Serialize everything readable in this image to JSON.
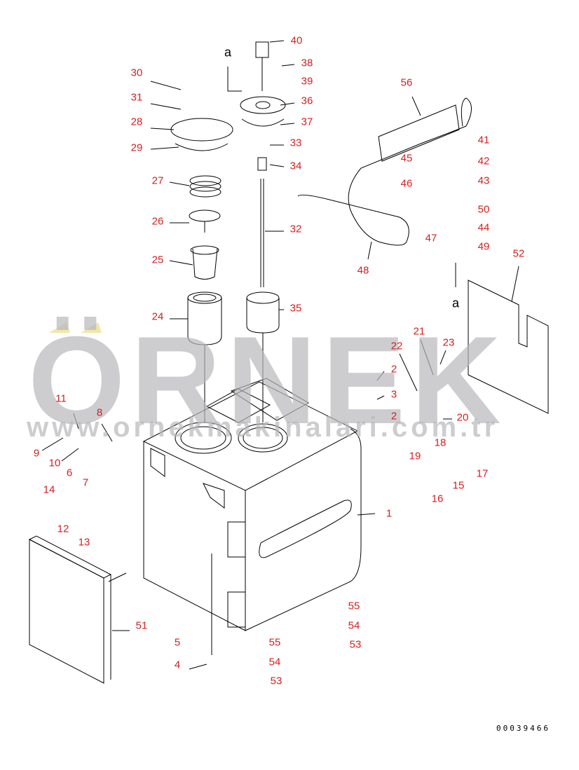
{
  "watermark": {
    "brand": "ÖRNEK",
    "url": "www.ornekmakinalari.com.tr"
  },
  "drawing_code": "00039466",
  "reference_mark": "a",
  "labels": [
    "40",
    "38",
    "39",
    "36",
    "37",
    "33",
    "34",
    "32",
    "35",
    "30",
    "31",
    "28",
    "29",
    "27",
    "26",
    "25",
    "24",
    "56",
    "41",
    "45",
    "42",
    "46",
    "43",
    "50",
    "44",
    "47",
    "49",
    "48",
    "52",
    "21",
    "22",
    "23",
    "2",
    "3",
    "2",
    "20",
    "18",
    "19",
    "17",
    "15",
    "16",
    "1",
    "11",
    "8",
    "9",
    "10",
    "6",
    "7",
    "14",
    "12",
    "13",
    "51",
    "5",
    "4",
    "55",
    "54",
    "53",
    "55",
    "54",
    "53"
  ],
  "colors": {
    "label": "#d42020",
    "line": "#000000",
    "watermark": "#b8b8bc",
    "watermark_accent": "#f0e0a0"
  }
}
